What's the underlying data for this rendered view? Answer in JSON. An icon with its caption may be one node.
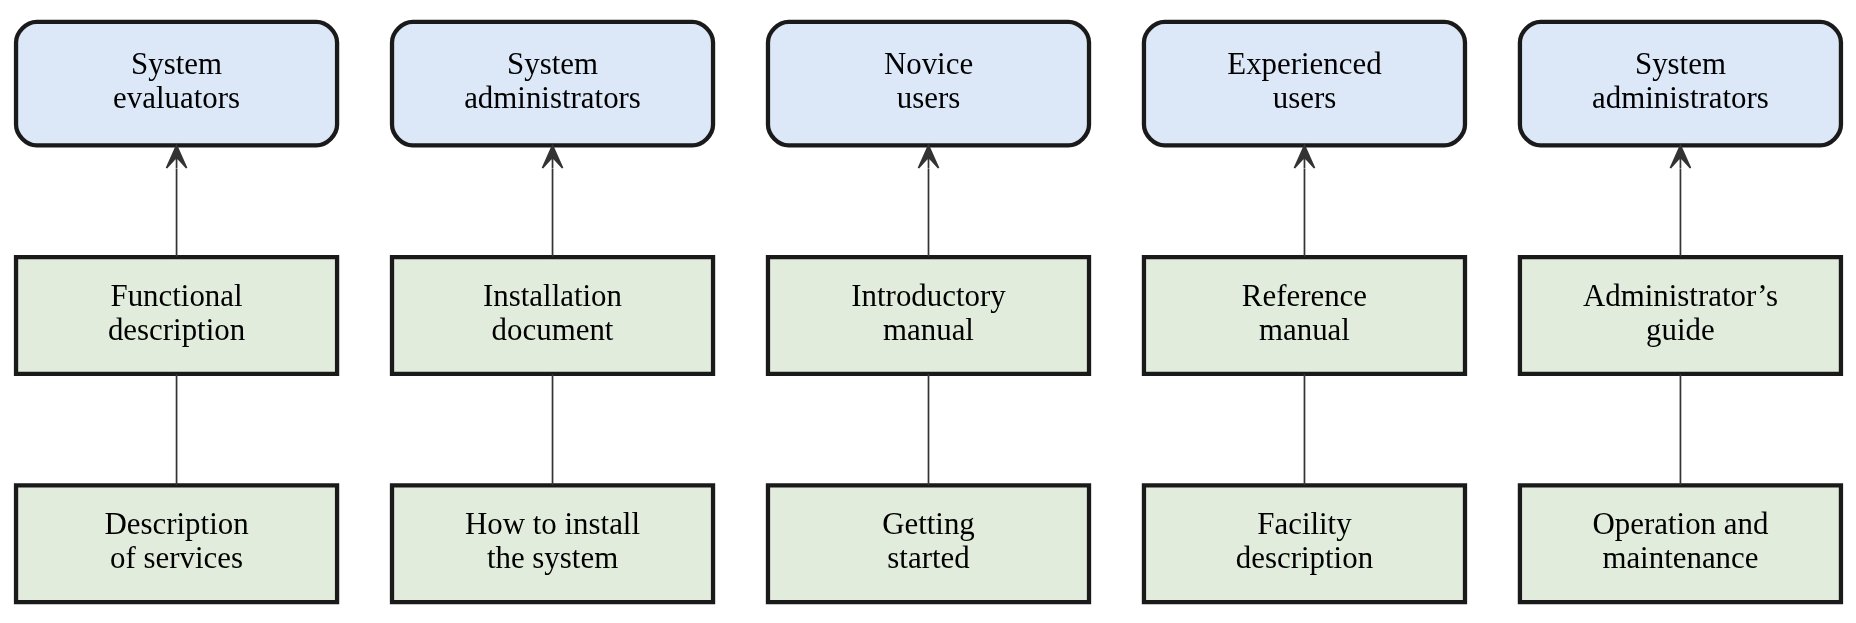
{
  "diagram": {
    "nodes": [
      {
        "text": [
          "System evaluators"
        ]
      },
      {
        "text": [
          "System administrators"
        ]
      },
      {
        "text": [
          "Novice users"
        ]
      },
      {
        "text": [
          "Experienced users"
        ]
      },
      {
        "text": [
          "System administrators"
        ]
      },
      {
        "text": [
          "Functional description"
        ]
      },
      {
        "text": [
          "Installation document"
        ]
      },
      {
        "text": [
          "Introductory manual"
        ]
      },
      {
        "text": [
          "Reference manual"
        ]
      },
      {
        "text": [
          "Administrator’s guide"
        ]
      },
      {
        "text": [
          "Description of services"
        ]
      },
      {
        "text": [
          "How to install the system"
        ]
      },
      {
        "text": [
          "Getting started"
        ]
      },
      {
        "text": [
          "Facility description"
        ]
      },
      {
        "text": [
          "Operation and maintenance"
        ]
      }
    ],
    "edges": [
      {
        "from": 5,
        "to": 0,
        "arrow": "to"
      },
      {
        "from": 10,
        "to": 5,
        "arrow": "none"
      },
      {
        "from": 6,
        "to": 1,
        "arrow": "to"
      },
      {
        "from": 11,
        "to": 6,
        "arrow": "none"
      },
      {
        "from": 7,
        "to": 2,
        "arrow": "to"
      },
      {
        "from": 12,
        "to": 7,
        "arrow": "none"
      },
      {
        "from": 8,
        "to": 3,
        "arrow": "to"
      },
      {
        "from": 13,
        "to": 8,
        "arrow": "none"
      },
      {
        "from": 9,
        "to": 4,
        "arrow": "to"
      },
      {
        "from": 14,
        "to": 9,
        "arrow": "none"
      }
    ]
  }
}
